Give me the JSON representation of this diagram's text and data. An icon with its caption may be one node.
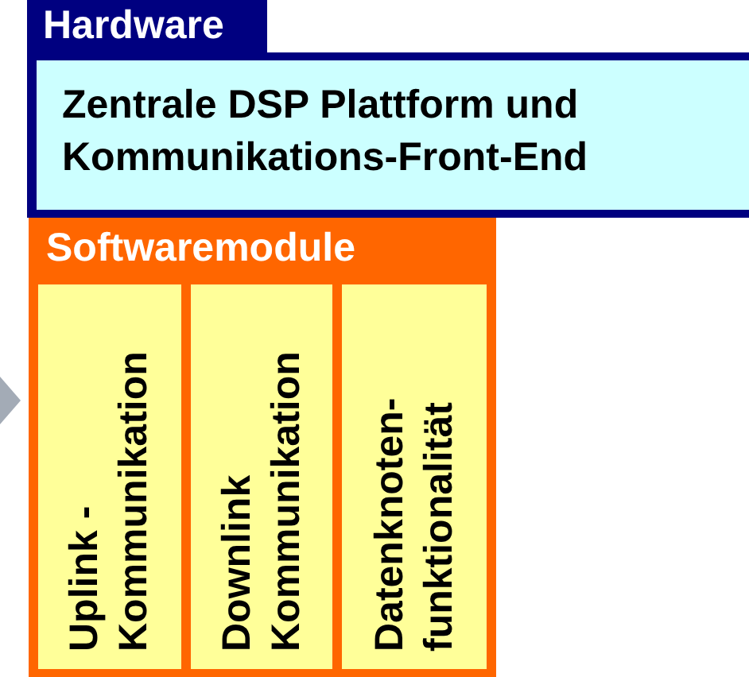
{
  "diagram": {
    "nodes": [
      {
        "text": [
          "Hardware"
        ]
      },
      {
        "text": [
          "Zentrale DSP Plattform und Kommunikations-Front-End"
        ],
        "in": 0
      },
      {
        "text": [
          "Softwaremodule"
        ]
      },
      {
        "text": [
          "Uplink - Kommunikation"
        ],
        "in": 2
      },
      {
        "text": [
          "Downlink Kommunikation"
        ],
        "in": 2
      },
      {
        "text": [
          "Datenknoten- funktionalität"
        ],
        "in": 2
      }
    ]
  }
}
